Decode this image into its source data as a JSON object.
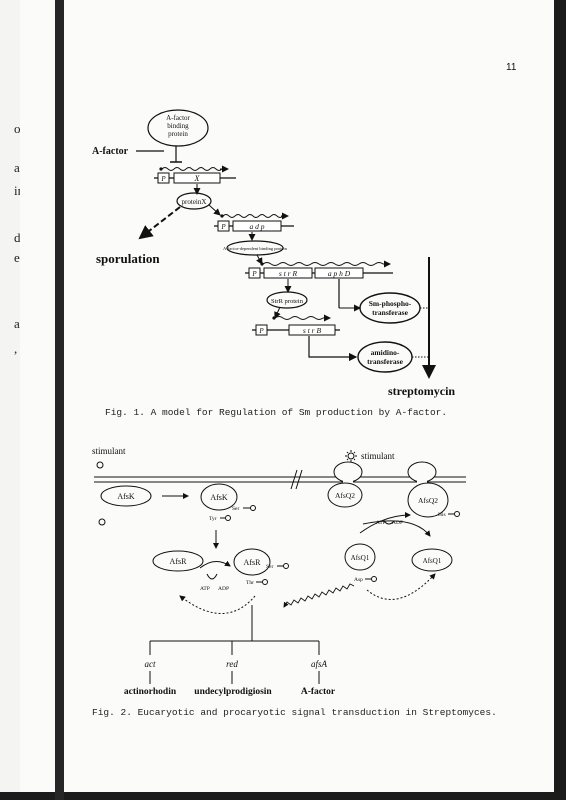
{
  "page_number": "11",
  "margin_fragments": [
    "ols",
    "al",
    "in",
    "d",
    "es",
    "a",
    ","
  ],
  "fig1": {
    "caption": "Fig. 1. A model for Regulation of Sm production by A-factor.",
    "afactor_label": "A-factor",
    "binding_protein": [
      "A-factor",
      "binding",
      "protein"
    ],
    "promoter": "P",
    "gene_x": "X",
    "protein_x": "proteinX",
    "gene_adp": "a d p",
    "adp_binding": "A-factor-dependent binding protein",
    "sporulation": "sporulation",
    "gene_strR": "s t r R",
    "gene_aphD": "a p h D",
    "strR_protein": "StrR protein",
    "sm_phospho": [
      "Sm-phospho-",
      "transferase"
    ],
    "gene_strB": "s t r B",
    "amidino": [
      "amidino-",
      "transferase"
    ],
    "streptomycin": "streptomycin"
  },
  "fig2": {
    "caption": "Fig. 2. Eucaryotic and procaryotic signal transduction in Streptomyces.",
    "stimulant_left": "stimulant",
    "stimulant_right": "stimulant",
    "afsK": "AfsK",
    "afsK2": "AfsK",
    "ser1": "Ser",
    "tyr": "Tyr",
    "afsQ2": "AfsQ2",
    "afsQ2b": "AfsQ2",
    "his": "His",
    "atp1": "ATP",
    "adp1": "ADP",
    "afsQ1": "AfsQ1",
    "afsQ1b": "AfsQ1",
    "asp": "Asp",
    "afsR": "AfsR",
    "afsR2": "AfsR",
    "ser2": "Ser",
    "thr": "Thr",
    "atp2": "ATP",
    "adp2": "ADP",
    "gene_act": "act",
    "gene_red": "red",
    "gene_afsA": "afsA",
    "product_act": "actinorhodin",
    "product_red": "undecylprodigiosin",
    "product_afsA": "A-factor"
  }
}
